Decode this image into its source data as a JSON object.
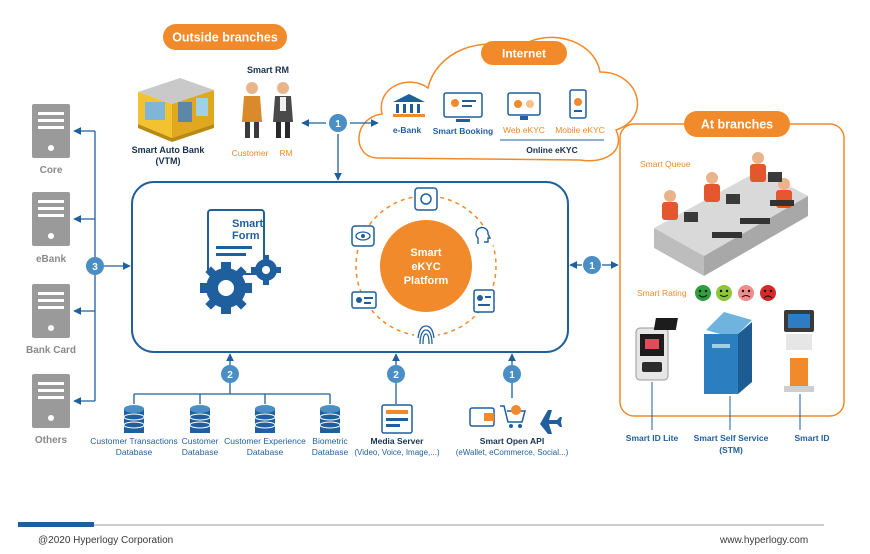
{
  "colors": {
    "orange": "#f08a2a",
    "blue": "#1f5f9e",
    "grey": "#9a9a9a"
  },
  "outside_branches": {
    "label": "Outside branches",
    "smart_auto_bank": "Smart Auto Bank",
    "vtm": "(VTM)",
    "smart_rm": "Smart RM",
    "customer": "Customer",
    "rm": "RM"
  },
  "internet": {
    "label": "Internet",
    "ebank": "e-Bank",
    "smart_booking": "Smart Booking",
    "web_ekyc": "Web eKYC",
    "mobile_ekyc": "Mobile eKYC",
    "online_ekyc": "Online eKYC"
  },
  "platform": {
    "smart_form_line1": "Smart",
    "smart_form_line2": "Form",
    "line1": "Smart",
    "line2": "eKYC",
    "line3": "Platform"
  },
  "servers": {
    "core": "Core",
    "ebank": "eBank",
    "bank_card": "Bank Card",
    "others": "Others"
  },
  "markers": {
    "m1": "1",
    "m2": "2",
    "m3": "3"
  },
  "databases": [
    {
      "line1": "Customer Transactions",
      "line2": "Database"
    },
    {
      "line1": "Customer",
      "line2": "Database"
    },
    {
      "line1": "Customer Experience",
      "line2": "Database"
    },
    {
      "line1": "Biometric",
      "line2": "Database"
    }
  ],
  "media_server": {
    "title": "Media Server",
    "sub": "(Video, Voice, Image,...)"
  },
  "open_api": {
    "title": "Smart Open API",
    "sub": "(eWallet, eCommerce, Social...)"
  },
  "at_branches": {
    "label": "At branches",
    "smart_queue": "Smart Queue",
    "smart_rating": "Smart Rating",
    "smart_id_lite": "Smart ID Lite",
    "smart_self_service": "Smart Self Service",
    "stm": "(STM)",
    "smart_id": "Smart ID"
  },
  "footer": {
    "copyright": "@2020 Hyperlogy Corporation",
    "website": "www.hyperlogy.com"
  }
}
